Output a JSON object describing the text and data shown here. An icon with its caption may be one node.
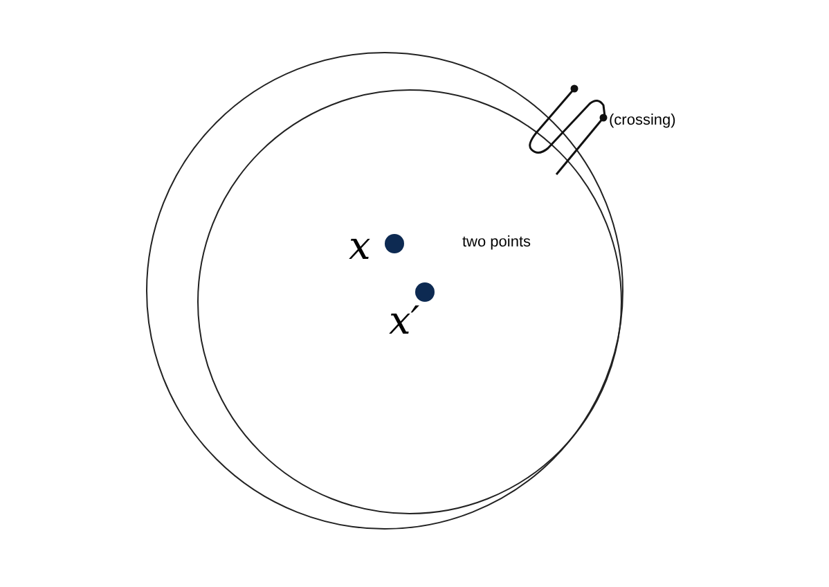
{
  "diagram": {
    "labels": [
      "(crossing)",
      "x",
      "two points",
      "x′"
    ]
  }
}
